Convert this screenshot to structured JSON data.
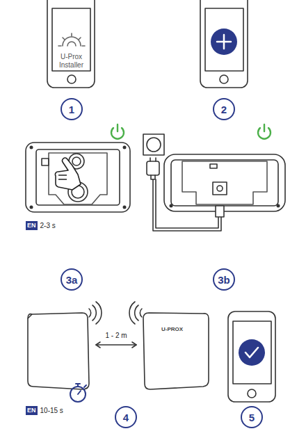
{
  "diagram": {
    "nodes": [
      {
        "text": [
          "U-Prox Installer"
        ]
      },
      {
        "text": [
          "1"
        ]
      },
      {
        "text": [
          "2"
        ]
      },
      {
        "text": [
          "EN"
        ]
      },
      {
        "text": [
          "3a"
        ]
      },
      {
        "text": [
          "3b"
        ]
      },
      {
        "text": [
          "U-PROX"
        ]
      },
      {
        "text": [
          "EN"
        ]
      },
      {
        "text": [
          "4"
        ]
      },
      {
        "text": [
          "5"
        ]
      }
    ],
    "labels": [
      "2-3 s",
      "1 - 2 m",
      "10-15 s"
    ]
  }
}
